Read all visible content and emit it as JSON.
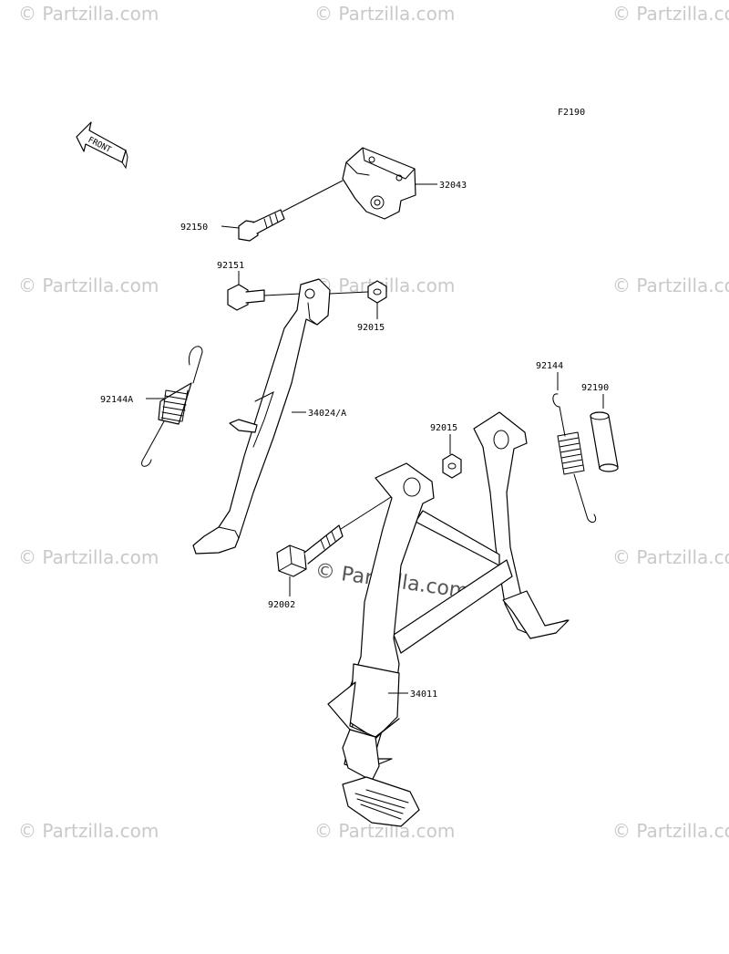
{
  "diagram": {
    "code": "F2190",
    "front_label": "FRONT",
    "watermark": "© Partzilla.com",
    "watermark_center": "© Partzilla.com",
    "parts": [
      {
        "id": "32043",
        "label": "32043"
      },
      {
        "id": "92150",
        "label": "92150"
      },
      {
        "id": "92151",
        "label": "92151"
      },
      {
        "id": "92015a",
        "label": "92015"
      },
      {
        "id": "92144A",
        "label": "92144A"
      },
      {
        "id": "34024A",
        "label": "34024/A"
      },
      {
        "id": "92015b",
        "label": "92015"
      },
      {
        "id": "92144",
        "label": "92144"
      },
      {
        "id": "92190",
        "label": "92190"
      },
      {
        "id": "92002",
        "label": "92002"
      },
      {
        "id": "34011",
        "label": "34011"
      }
    ]
  }
}
